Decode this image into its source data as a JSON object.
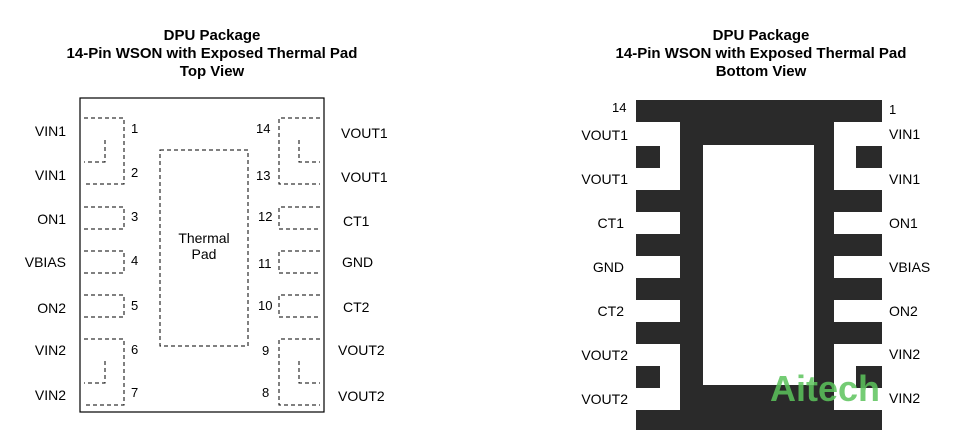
{
  "top": {
    "title_line1": "DPU Package",
    "title_line2": "14-Pin WSON with Exposed Thermal Pad",
    "title_line3": "Top View",
    "pad_line1": "Thermal",
    "pad_line2": "Pad",
    "left_pins": [
      {
        "num": "1",
        "name": "VIN1"
      },
      {
        "num": "2",
        "name": "VIN1"
      },
      {
        "num": "3",
        "name": "ON1"
      },
      {
        "num": "4",
        "name": "VBIAS"
      },
      {
        "num": "5",
        "name": "ON2"
      },
      {
        "num": "6",
        "name": "VIN2"
      },
      {
        "num": "7",
        "name": "VIN2"
      }
    ],
    "right_pins": [
      {
        "num": "14",
        "name": "VOUT1"
      },
      {
        "num": "13",
        "name": "VOUT1"
      },
      {
        "num": "12",
        "name": "CT1"
      },
      {
        "num": "11",
        "name": "GND"
      },
      {
        "num": "10",
        "name": "CT2"
      },
      {
        "num": "9",
        "name": "VOUT2"
      },
      {
        "num": "8",
        "name": "VOUT2"
      }
    ]
  },
  "bottom": {
    "title_line1": "DPU Package",
    "title_line2": "14-Pin WSON with Exposed Thermal Pad",
    "title_line3": "Bottom View",
    "corner_left": "14",
    "corner_right": "1",
    "left_labels": [
      "VOUT1",
      "VOUT1",
      "CT1",
      "GND",
      "CT2",
      "VOUT2",
      "VOUT2"
    ],
    "right_labels": [
      "VIN1",
      "VIN1",
      "ON1",
      "VBIAS",
      "ON2",
      "VIN2",
      "VIN2"
    ]
  },
  "watermark": "Aitech",
  "colors": {
    "package_fill": "#2a2a2a",
    "line": "#000000",
    "watermark": "#5cc45c"
  }
}
